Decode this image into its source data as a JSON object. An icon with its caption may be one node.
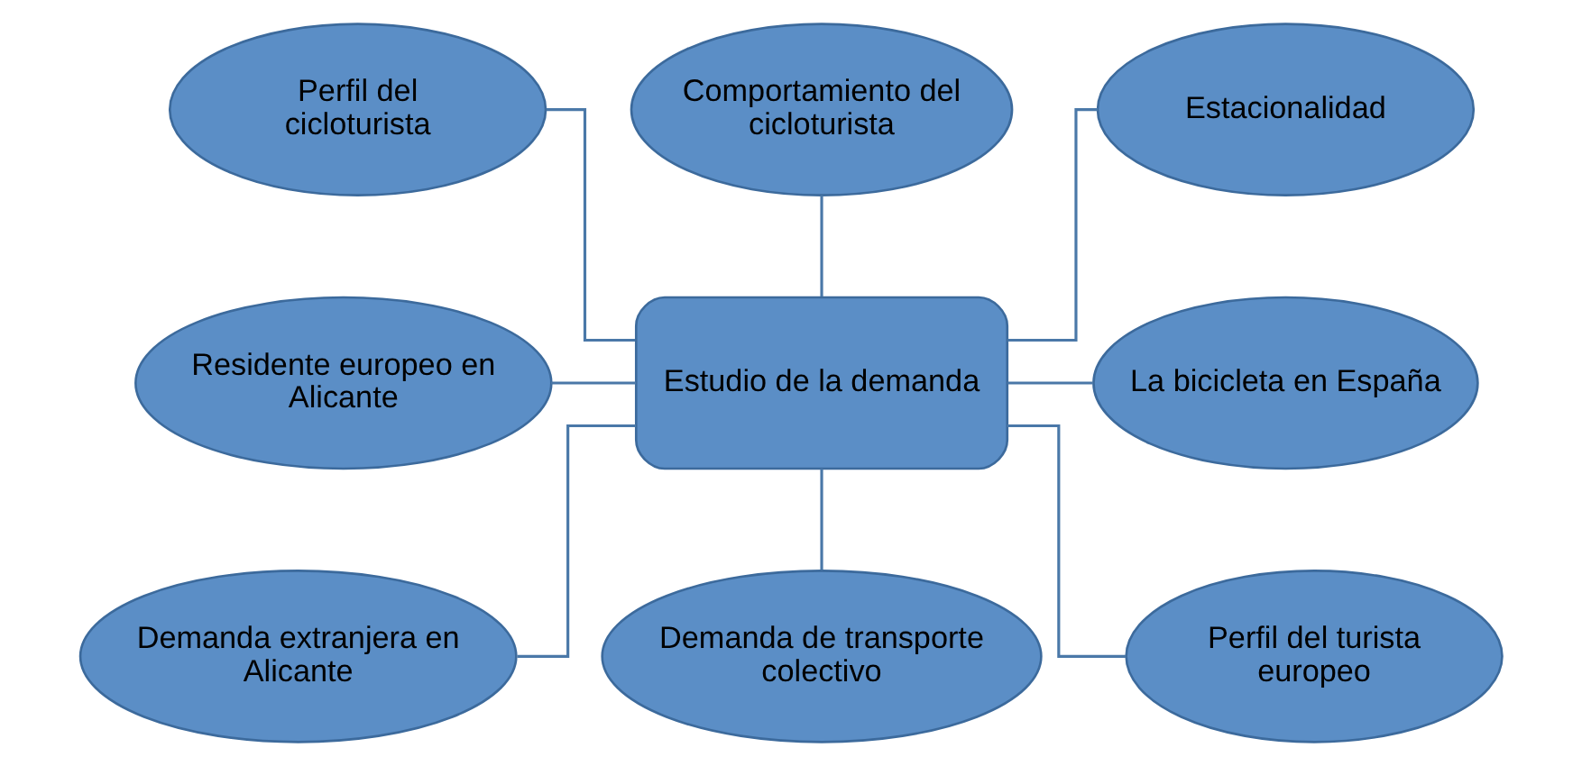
{
  "diagram": {
    "nodes": [
      {
        "text": [
          "Perfil del cicloturista"
        ]
      },
      {
        "text": [
          "Comportamiento del cicloturista"
        ]
      },
      {
        "text": [
          "Estacionalidad"
        ]
      },
      {
        "text": [
          "Residente europeo en Alicante"
        ]
      },
      {
        "text": [
          "Estudio de la demanda"
        ]
      },
      {
        "text": [
          "La bicicleta en España"
        ]
      },
      {
        "text": [
          "Demanda extranjera en Alicante"
        ]
      },
      {
        "text": [
          "Demanda de transporte colectivo"
        ]
      },
      {
        "text": [
          "Perfil del turista europeo"
        ]
      }
    ],
    "edges": [
      {
        "from": 0,
        "to": 4,
        "arrow": "none"
      },
      {
        "from": 1,
        "to": 4,
        "arrow": "none"
      },
      {
        "from": 2,
        "to": 4,
        "arrow": "none"
      },
      {
        "from": 3,
        "to": 4,
        "arrow": "none"
      },
      {
        "from": 4,
        "to": 5,
        "arrow": "none"
      },
      {
        "from": 4,
        "to": 6,
        "arrow": "none"
      },
      {
        "from": 4,
        "to": 7,
        "arrow": "none"
      },
      {
        "from": 4,
        "to": 8,
        "arrow": "none"
      }
    ]
  }
}
